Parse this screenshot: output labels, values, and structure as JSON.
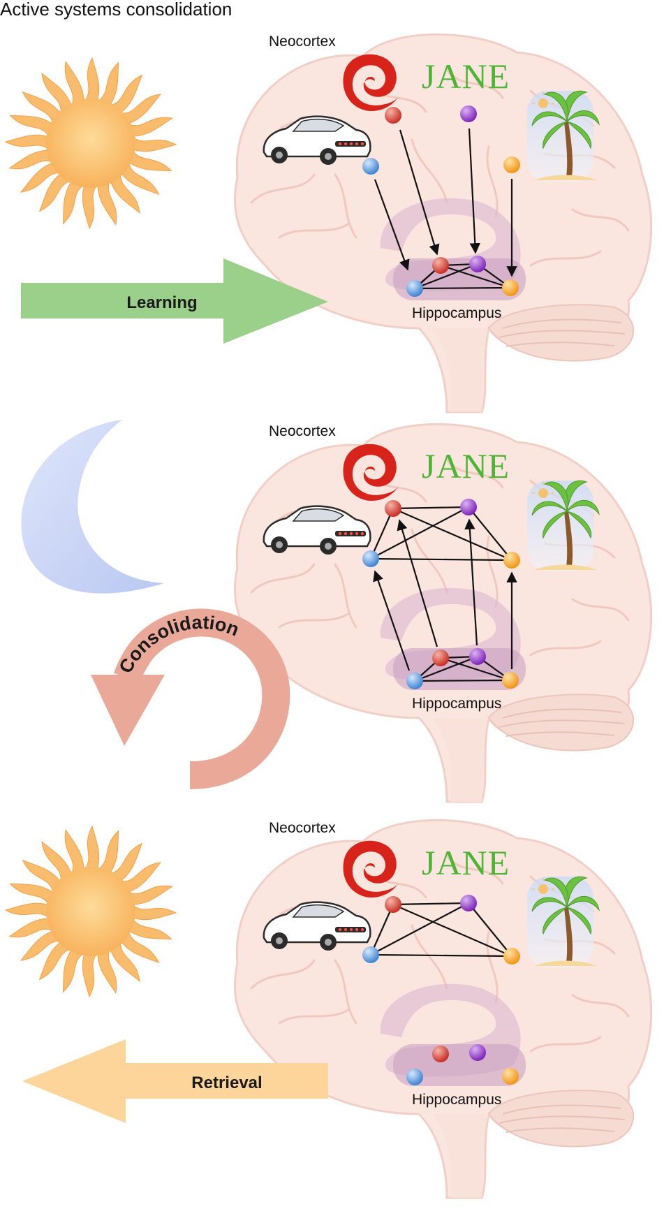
{
  "title": "Active systems consolidation",
  "panels": [
    {
      "neocortex_label": "Neocortex",
      "hippocampus_label": "Hippocampus",
      "memory_word": "JANE",
      "arrow": {
        "label": "Learning",
        "direction": "right",
        "color": "#9bd08a"
      },
      "time_of_day": "sun",
      "cortical_links": false,
      "hippocampal_links": true,
      "transfer_arrows": "to-hippocampus"
    },
    {
      "neocortex_label": "Neocortex",
      "hippocampus_label": "Hippocampus",
      "memory_word": "JANE",
      "arrow": {
        "label": "Consolidation",
        "direction": "cycle",
        "color": "#e9a898"
      },
      "time_of_day": "moon",
      "cortical_links": true,
      "hippocampal_links": true,
      "transfer_arrows": "to-neocortex"
    },
    {
      "neocortex_label": "Neocortex",
      "hippocampus_label": "Hippocampus",
      "memory_word": "JANE",
      "arrow": {
        "label": "Retrieval",
        "direction": "left",
        "color": "#fdd49a"
      },
      "time_of_day": "sun",
      "cortical_links": true,
      "hippocampal_links": false,
      "transfer_arrows": "none"
    }
  ],
  "neuron_colors": {
    "blue": "#4a8fd8",
    "red": "#d43a2e",
    "purple": "#8a2ec4",
    "orange": "#f5a020"
  },
  "icons": [
    "sun-icon",
    "moon-icon",
    "car-icon",
    "spiral-icon",
    "palm-tree-icon"
  ]
}
